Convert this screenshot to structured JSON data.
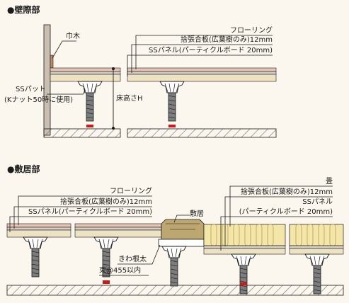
{
  "section1": {
    "title": "●壁際部",
    "labels": {
      "habaki": "巾木",
      "flooring": "フローリング",
      "plywood": "捨張合板(広葉樹のみ)12mm",
      "ss_panel": "SSパネル(パーティクルボード 20mm)",
      "ss_putt": "SSパット",
      "k_nut": "(Kナット50時に使用)",
      "floor_height": "床高さH"
    }
  },
  "section2": {
    "title": "●敷居部",
    "labels": {
      "flooring": "フローリング",
      "plywood": "捨張合板(広葉樹のみ)12mm",
      "ss_panel": "SSパネル(パーティクルボード 20mm)",
      "shikii": "敷居",
      "kiwa_neta": "きわ根太",
      "tsuka": "束@455以内",
      "tatami": "畳",
      "plywood_right": "捨張合板(広葉樹のみ)12mm",
      "ss_panel_right": "SSパネル",
      "particle_right": "(パーティクルボード 20mm)"
    }
  },
  "colors": {
    "flooring": "#e8c4b4",
    "plywood": "#d7cec6",
    "panel": "#ede3c2",
    "tatami": "#f3e6a8",
    "shikii": "#bda670",
    "concrete": "#9b9b9b",
    "wall": "#c9c0b2",
    "red": "#d01818"
  }
}
